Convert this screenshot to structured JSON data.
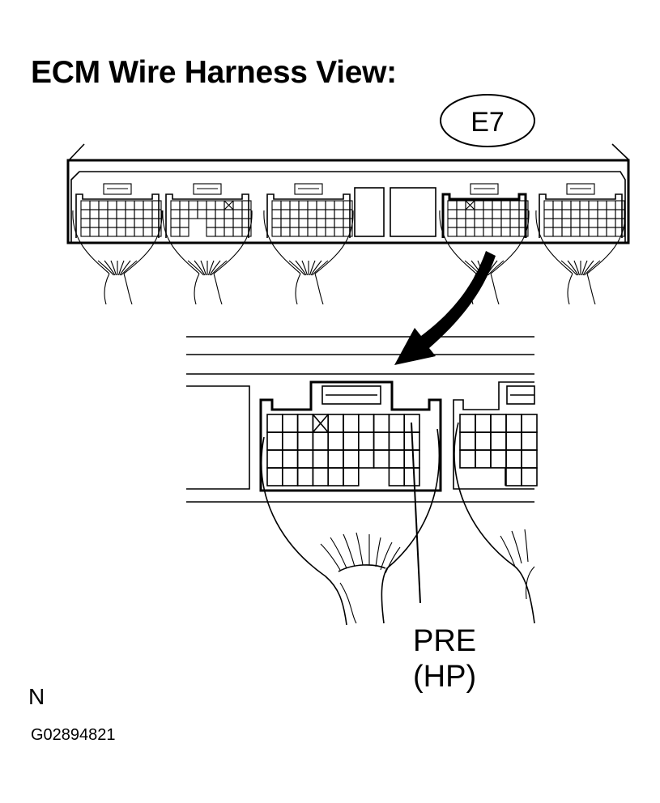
{
  "title": "ECM Wire Harness View:",
  "connector_code": "E7",
  "pin_label": {
    "line1": "PRE",
    "line2": "(HP)"
  },
  "orientation_mark": "N",
  "figure_id": "G02894821",
  "icons": {
    "zoom_arrow": "curved-arrow-icon",
    "blocked_pin": "crossed-box-icon"
  }
}
